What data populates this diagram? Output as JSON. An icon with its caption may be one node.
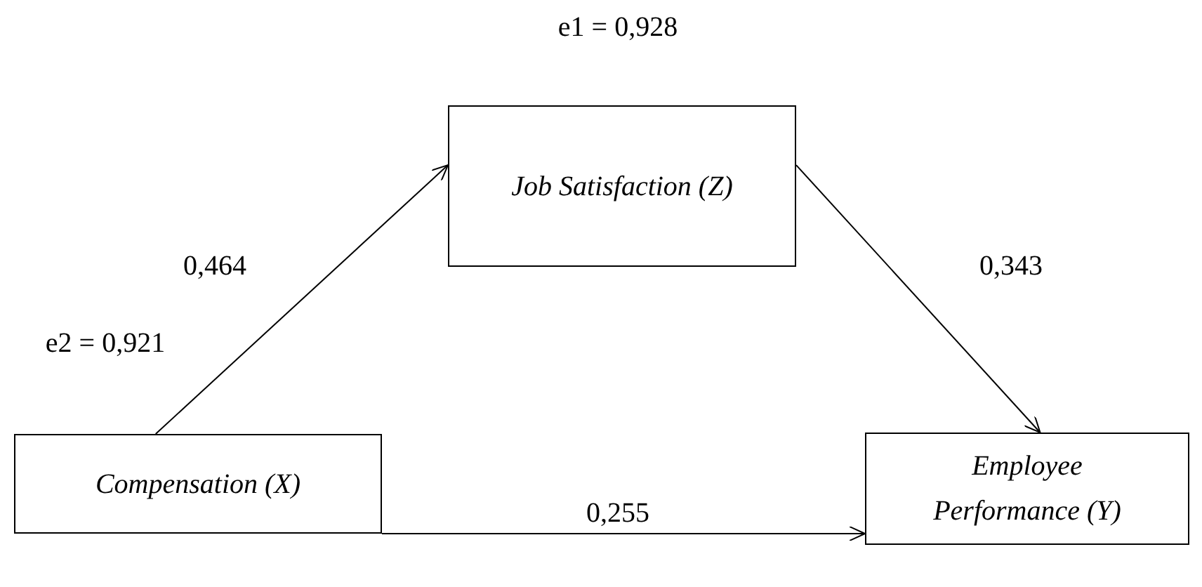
{
  "diagram": {
    "nodes": [
      {
        "text": [
          "Job Satisfaction (Z)"
        ]
      },
      {
        "text": [
          "Compensation (X)"
        ]
      },
      {
        "text": [
          "Employee Performance (Y)"
        ]
      }
    ],
    "edges": [
      {
        "from": 1,
        "to": 0,
        "arrow": "to",
        "label": "0,464"
      },
      {
        "from": 0,
        "to": 2,
        "arrow": "to",
        "label": "0,343"
      },
      {
        "from": 1,
        "to": 2,
        "arrow": "to",
        "label": "0,255"
      }
    ],
    "labels": [
      "e1 = 0,928",
      "e2 = 0,921"
    ]
  }
}
